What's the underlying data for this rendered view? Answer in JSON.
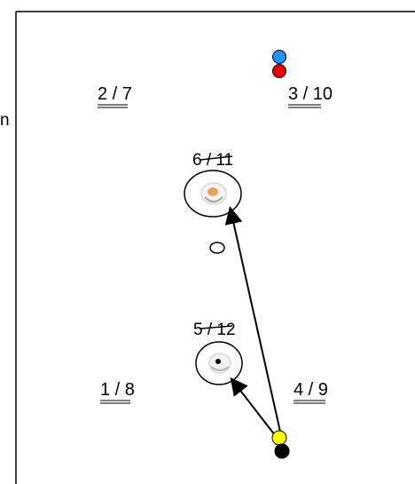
{
  "edge_text": "n",
  "labels": {
    "top_left": "2 / 7",
    "top_right": "3 / 10",
    "top_center": "6 / 11",
    "bottom_center": "5 / 12",
    "bottom_left": "1 / 8",
    "bottom_right": "4 / 9"
  },
  "colors": {
    "ball_blue": "#1e90ff",
    "ball_red": "#e00000",
    "ball_yellow": "#ffff00",
    "ball_black": "#000000",
    "target_orange": "#e8a060"
  }
}
